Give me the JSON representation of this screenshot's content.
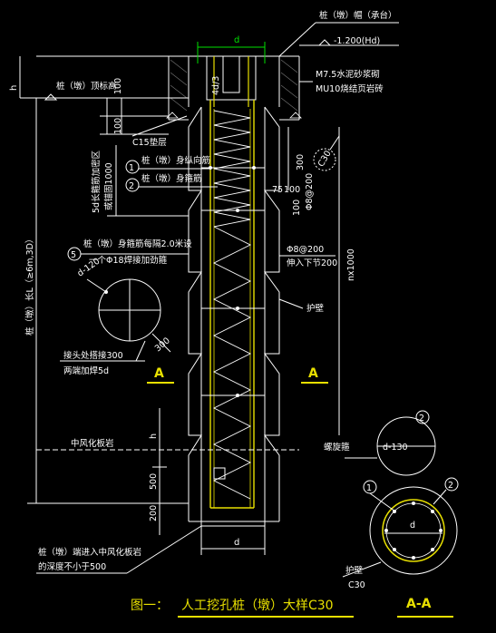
{
  "drawing": {
    "top_labels": {
      "cap": "桩（墩）帽（承台）",
      "elev": "-1.200(Hd)",
      "wall_1": "M7.5水泥砂浆砌",
      "wall_2": "MU10烧结页岩砖",
      "d_top": "d",
      "h": "h",
      "top_elev": "桩（墩）顶标高",
      "dim_100a": "100",
      "dim_100b": "100",
      "c15": "C15垫层",
      "d_vertical": "4d/3"
    },
    "left_labels": {
      "stirrup_zone_1": "5d长箍筋加密区",
      "stirrup_zone_2": "或锚固1000",
      "pile_len": "桩（墩）长L（≥6m,3D）",
      "circle_5": "5",
      "ring_1": "桩（墩）身箍筋每隔2.0米设",
      "ring_2": "一个Φ18焊接加劲箍",
      "d_120": "d-120",
      "dim_300": "300",
      "lap_1": "接头处搭接300",
      "lap_2": "两端加焊5d",
      "section_a_left": "A",
      "section_a_right": "A",
      "rock": "中风化板岩",
      "h2": "h",
      "dim_500": "500",
      "dim_200": "200",
      "d_bottom": "d",
      "embed_1": "桩（墩）端进入中风化板岩",
      "embed_2": "的深度不小于500"
    },
    "right_labels": {
      "circle_1": "1",
      "circle_2": "2",
      "rebar_main": "桩（墩）身纵向筋",
      "rebar_stirrup": "桩（墩）身箍筋",
      "dim_300r": "300",
      "nx1000": "nx1000",
      "dim_75": "75",
      "dim_100": "100",
      "dim_100r": "100",
      "phi8_1": "Φ8@200",
      "phi8_2": "Φ8@200",
      "phi8_3": "伸入下节200",
      "wall_guard": "护壁",
      "dim_c30": "C30"
    },
    "detail": {
      "spiral": "螺旋箍",
      "d_130": "d-130",
      "c1": "1",
      "c2a": "2",
      "c2b": "2",
      "d": "d",
      "guard": "护壁",
      "c30": "C30"
    },
    "title": "图一：",
    "title_main": "人工挖孔桩（墩）大样C30",
    "section_title": "A-A"
  }
}
